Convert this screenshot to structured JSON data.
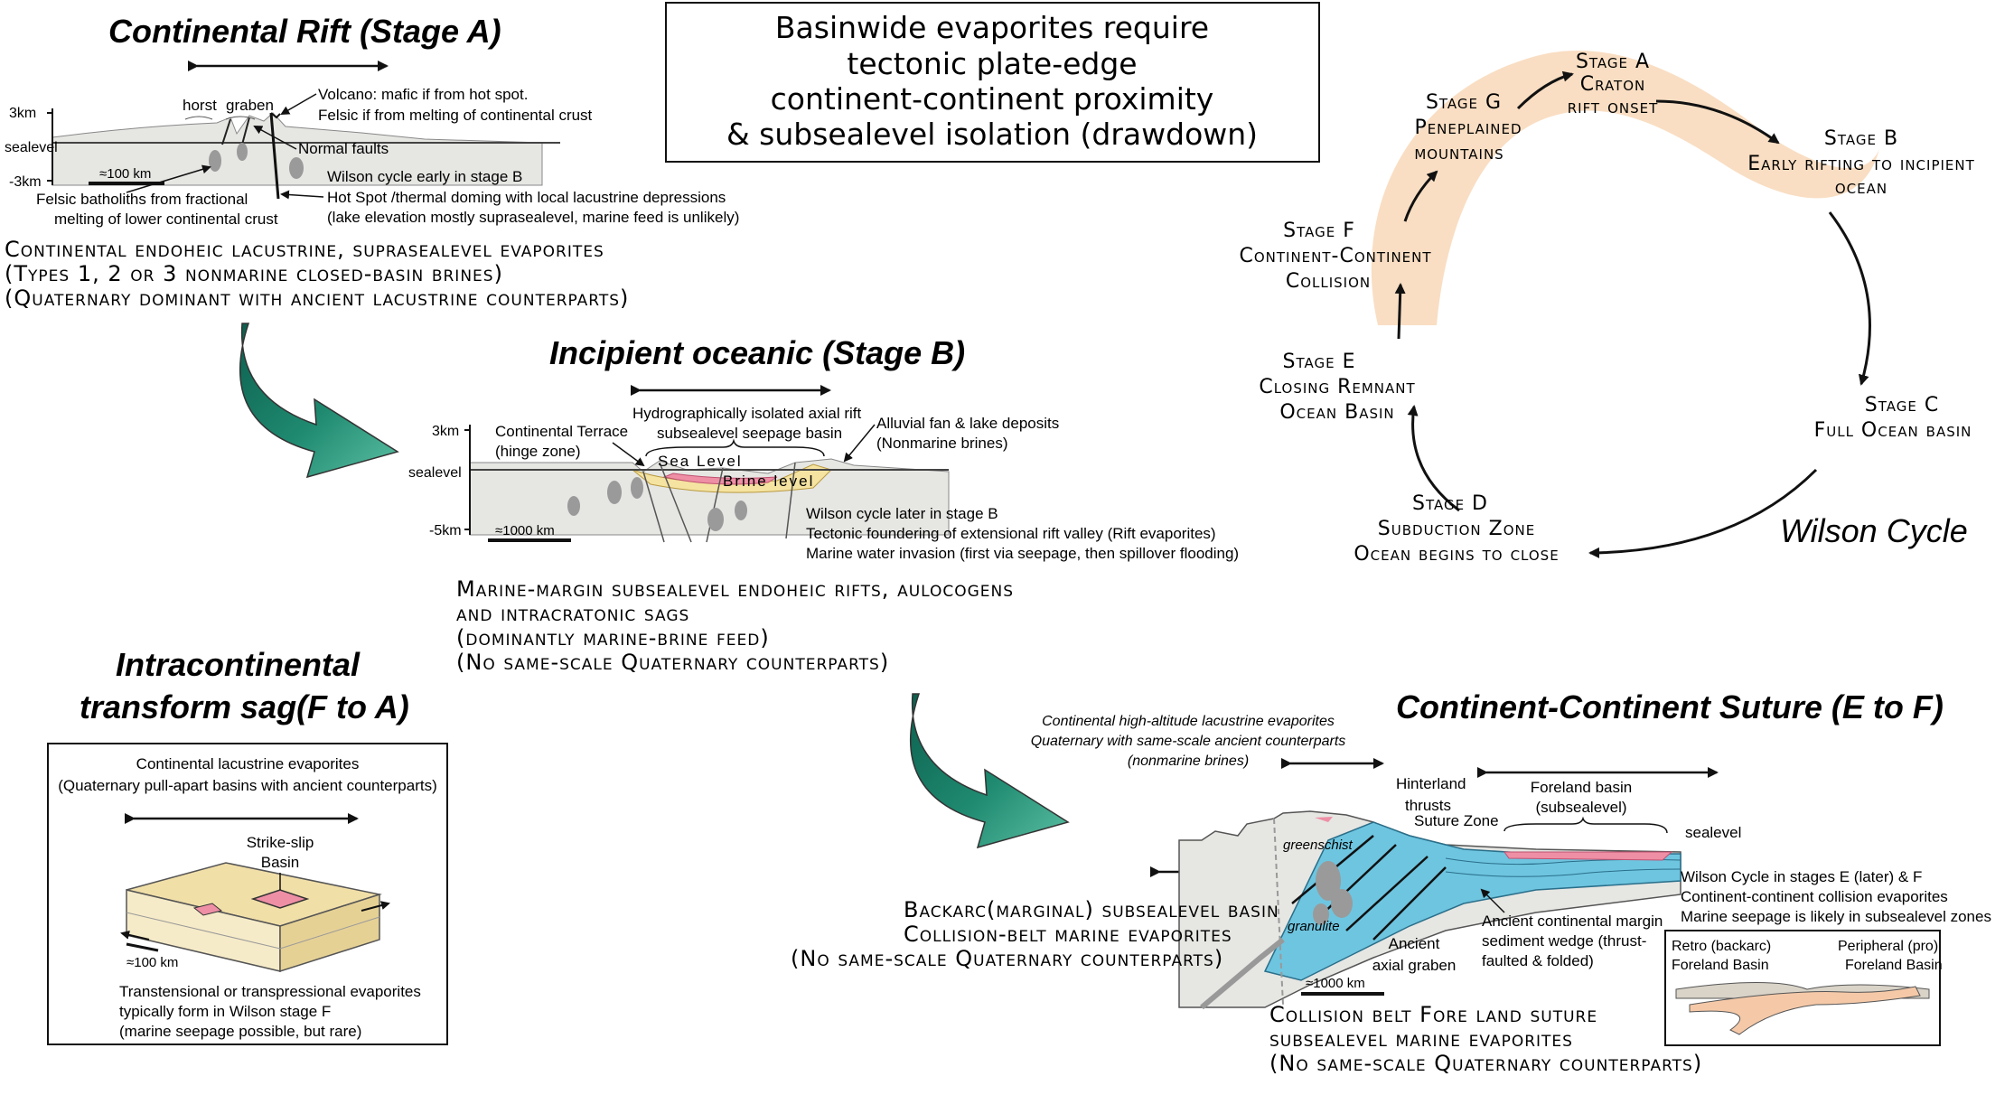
{
  "colors": {
    "arrow_green_dark": "#0c5f4e",
    "arrow_green_light": "#5bbfa3",
    "cycle_band": "#f9dcc0",
    "rock_grey": "#e6e6e3",
    "evaporite_pink": "#ee8fa5",
    "sediment_yellow": "#f5e3a1",
    "suture_blue": "#6ec5e0",
    "tan": "#f1dfa8"
  },
  "header_box": {
    "lines": [
      "Basinwide evaporites require",
      "tectonic plate-edge",
      "continent-continent proximity",
      "& subsealevel isolation (drawdown)"
    ]
  },
  "stage_a": {
    "title": "Continental Rift (Stage A)",
    "axis": {
      "top": "3km",
      "mid": "sealevel",
      "bottom": "-3km"
    },
    "scale": "≈100 km",
    "labels": {
      "horst": "horst",
      "graben": "graben",
      "volcano_1": "Volcano: mafic if from hot spot.",
      "volcano_2": "Felsic if from melting of continental crust",
      "normal_faults": "Normal faults",
      "wilson": "Wilson cycle early in stage B",
      "felsic_1": "Felsic batholiths from fractional",
      "felsic_2": "melting of lower continental crust",
      "hotspot_1": "Hot Spot /thermal doming with local lacustrine depressions",
      "hotspot_2": "(lake elevation mostly suprasealevel, marine feed is unlikely)"
    },
    "caption": [
      "Continental endoheic lacustrine, suprasealevel evaporites",
      "(Types 1, 2 or 3 nonmarine closed-basin brines)",
      "(Quaternary dominant with ancient lacustrine counterparts)"
    ]
  },
  "stage_b": {
    "title": "Incipient oceanic (Stage B)",
    "axis": {
      "top": "3km",
      "mid": "sealevel",
      "bottom": "-5km"
    },
    "scale": "≈1000 km",
    "labels": {
      "terrace_1": "Continental Terrace",
      "terrace_2": "(hinge zone)",
      "hydro_1": "Hydrographically isolated axial rift",
      "hydro_2": "subsealevel seepage basin",
      "sea_level": "Sea Level",
      "brine_level": "Brine level",
      "alluvial_1": "Alluvial fan & lake deposits",
      "alluvial_2": "(Nonmarine brines)",
      "note_1": "Wilson cycle later in stage B",
      "note_2": "Tectonic foundering of extensional rift valley (Rift evaporites)",
      "note_3": "Marine water invasion (first via seepage, then spillover flooding)"
    },
    "caption": [
      "Marine-margin subsealevel endoheic rifts, aulocogens",
      "and intracratonic sags",
      "(dominantly marine-brine feed)",
      "(No same-scale Quaternary counterparts)"
    ]
  },
  "wilson_cycle": {
    "title": "Wilson Cycle",
    "stages": {
      "a": [
        "Stage A",
        "Craton",
        "rift onset"
      ],
      "b": [
        "Stage B",
        "Early rifting to incipient",
        "ocean"
      ],
      "c": [
        "Stage C",
        "Full Ocean basin"
      ],
      "d": [
        "Stage D",
        "Subduction Zone",
        "Ocean begins to close"
      ],
      "e": [
        "Stage E",
        "Closing Remnant",
        "Ocean Basin"
      ],
      "f": [
        "Stage F",
        "Continent-Continent",
        "Collision"
      ],
      "g": [
        "Stage G",
        "Peneplained",
        "mountains"
      ]
    }
  },
  "transform": {
    "title_1": "Intracontinental",
    "title_2": "transform sag(F to A)",
    "box_1": "Continental lacustrine evaporites",
    "box_2": "(Quaternary pull-apart basins with ancient counterparts)",
    "basin_1": "Strike-slip",
    "basin_2": "Basin",
    "scale": "≈100 km",
    "note_1": "Transtensional or transpressional evaporites",
    "note_2": "typically form in Wilson stage F",
    "note_3": "(marine seepage possible, but rare)"
  },
  "suture": {
    "title": "Continent-Continent Suture (E to F)",
    "highalt_1": "Continental high-altitude  lacustrine evaporites",
    "highalt_2": "Quaternary with same-scale ancient counterparts",
    "highalt_3": "(nonmarine brines)",
    "hinterland_1": "Hinterland",
    "hinterland_2": "thrusts",
    "suture_zone": "Suture Zone",
    "foreland_1": "Foreland basin",
    "foreland_2": "(subsealevel)",
    "sealevel": "sealevel",
    "greenschist": "greenschist",
    "granulite": "granulite",
    "wedge_1": "Ancient continental margin",
    "wedge_2": "sediment wedge (thrust-",
    "wedge_3": "faulted & folded)",
    "graben_1": "Ancient",
    "graben_2": "axial graben",
    "scale": "≈1000 km",
    "wilson_1": "Wilson Cycle in stages E (later) & F",
    "wilson_2": "Continent-continent collision evaporites",
    "wilson_3": "Marine seepage is likely in subsealevel zones",
    "backarc": [
      "Backarc(marginal) subsealevel basin",
      "Collision-belt marine evaporites",
      "(No same-scale Quaternary counterparts)"
    ],
    "foreland_caption": [
      "Collision belt Fore land suture",
      "subsealevel marine evaporites",
      "(No same-scale Quaternary counterparts)"
    ],
    "inset": {
      "retro_1": "Retro (backarc)",
      "retro_2": "Foreland Basin",
      "peri_1": "Peripheral (pro)",
      "peri_2": "Foreland Basin"
    }
  }
}
